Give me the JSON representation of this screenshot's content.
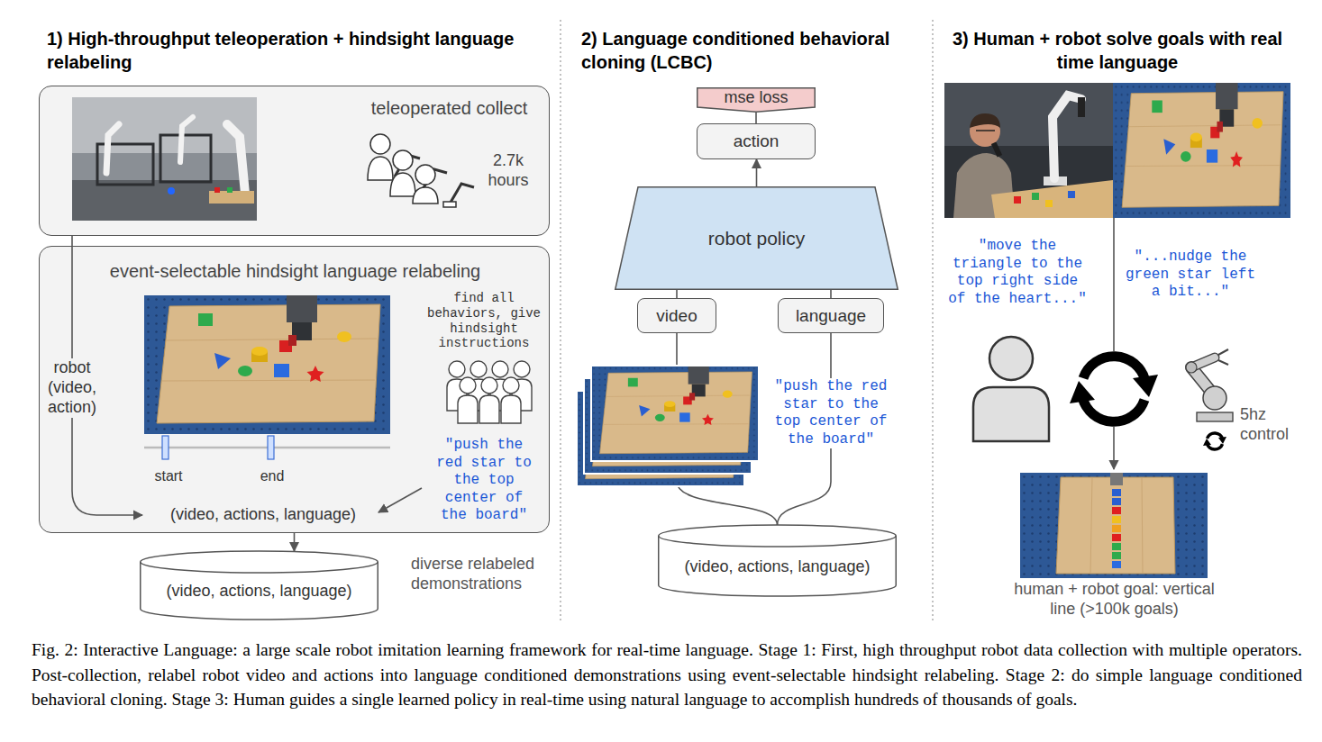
{
  "diagram": {
    "caption": "Fig. 2: Interactive Language: a large scale robot imitation learning framework for real-time language. Stage 1: First, high throughput robot data collection with multiple operators. Post-collection, relabel robot video and actions into language conditioned demonstrations using event-selectable hindsight relabeling. Stage 2: do simple language conditioned behavioral cloning. Stage 3: Human guides a single learned policy in real-time using natural language to accomplish hundreds of thousands of goals.",
    "nodes": [
      {
        "text": [
          "teleoperated collect",
          "2.7k hours"
        ]
      },
      {
        "text": [
          "event-selectable hindsight language relabeling",
          "find all behaviors, give hindsight instructions",
          "start",
          "end",
          "\"push the red star to the top center of the board\"",
          "(video, actions, language)"
        ]
      },
      {
        "text": [
          "(video, actions, language)"
        ]
      },
      {
        "text": [
          "mse loss"
        ]
      },
      {
        "text": [
          "action"
        ]
      },
      {
        "text": [
          "robot policy"
        ]
      },
      {
        "text": [
          "video"
        ]
      },
      {
        "text": [
          "language"
        ]
      },
      {
        "text": [
          "(video, actions, language)"
        ]
      }
    ],
    "edges": [
      {
        "from": 0,
        "to": 1,
        "arrow": "to",
        "label": "robot (video, action)"
      },
      {
        "from": 1,
        "to": 2,
        "arrow": "to"
      },
      {
        "from": 8,
        "to": 6,
        "arrow": "none"
      },
      {
        "from": 8,
        "to": 7,
        "arrow": "none",
        "label": "\"push the red star to the top center of the board\""
      },
      {
        "from": 6,
        "to": 5,
        "arrow": "none"
      },
      {
        "from": 7,
        "to": 5,
        "arrow": "none"
      },
      {
        "from": 5,
        "to": 4,
        "arrow": "to"
      },
      {
        "from": 4,
        "to": 3,
        "arrow": "none"
      }
    ],
    "labels": [
      "1) High-throughput teleoperation + hindsight language relabeling",
      "2) Language conditioned behavioral cloning (LCBC)",
      "3) Human + robot solve goals with real time language",
      "diverse relabeled demonstrations",
      "\"move the triangle to the top right side of the heart...\"",
      "\"...nudge the green star left a bit...\"",
      "5hz control",
      "human + robot goal: vertical line (>100k goals)"
    ]
  }
}
